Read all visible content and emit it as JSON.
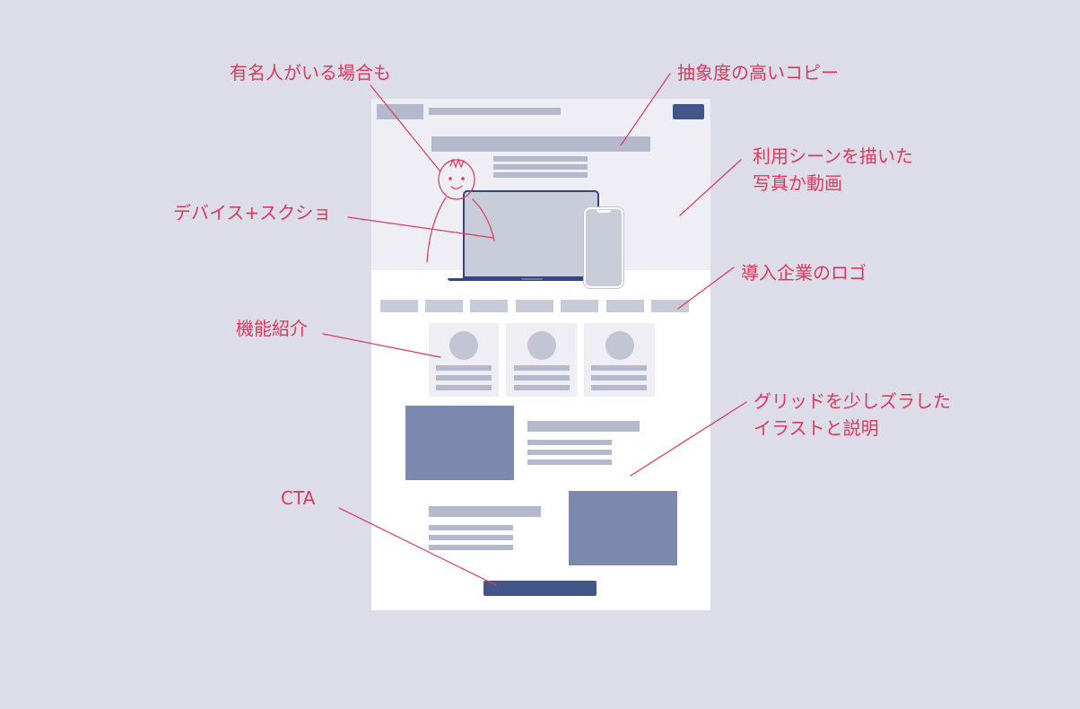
{
  "annotations": {
    "celebrity": "有名人がいる場合も",
    "copy": "抽象度の高いコピー",
    "scene_line1": "利用シーンを描いた",
    "scene_line2": "写真か動画",
    "device": "デバイス+スクショ",
    "logos": "導入企業のロゴ",
    "features": "機能紹介",
    "grid_line1": "グリッドを少しズラした",
    "grid_line2": "イラストと説明",
    "cta": "CTA"
  },
  "colors": {
    "background": "#dcdde8",
    "annotation": "#e0385d",
    "primary_button": "#44558a",
    "placeholder": "#b4b9cb",
    "illustration": "#7a89ac"
  },
  "icons": {
    "person_sketch": "person-sketch-icon",
    "laptop": "laptop-icon",
    "phone": "smartphone-icon"
  }
}
